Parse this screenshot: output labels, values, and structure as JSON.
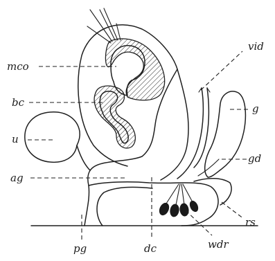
{
  "labels": {
    "mco": "mco",
    "vid": "vid",
    "bc": "bc",
    "g": "g",
    "u": "u",
    "gd": "gd",
    "ag": "ag",
    "rs": "rs",
    "pg": "pg",
    "dc": "dc",
    "wdr": "wdr"
  }
}
